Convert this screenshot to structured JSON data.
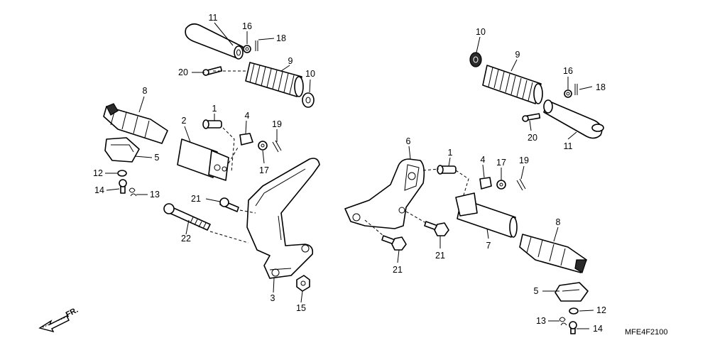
{
  "diagram": {
    "code": "MFE4F2100",
    "front_marker": "FR.",
    "callouts": {
      "c11a": "11",
      "c16a": "16",
      "c18a": "18",
      "c20a": "20",
      "c9a": "9",
      "c10a": "10",
      "c8a": "8",
      "c5a": "5",
      "c12a": "12",
      "c14a": "14",
      "c13a": "13",
      "c1a": "1",
      "c2": "2",
      "c4a": "4",
      "c19a": "19",
      "c17a": "17",
      "c21a": "21",
      "c22": "22",
      "c3": "3",
      "c15": "15",
      "c10b": "10",
      "c9b": "9",
      "c16b": "16",
      "c18b": "18",
      "c20b": "20",
      "c11b": "11",
      "c6": "6",
      "c1b": "1",
      "c4b": "4",
      "c17b": "17",
      "c19b": "19",
      "c21b": "21",
      "c21c": "21",
      "c7": "7",
      "c8b": "8",
      "c5b": "5",
      "c12b": "12",
      "c13b": "13",
      "c14b": "14"
    }
  }
}
